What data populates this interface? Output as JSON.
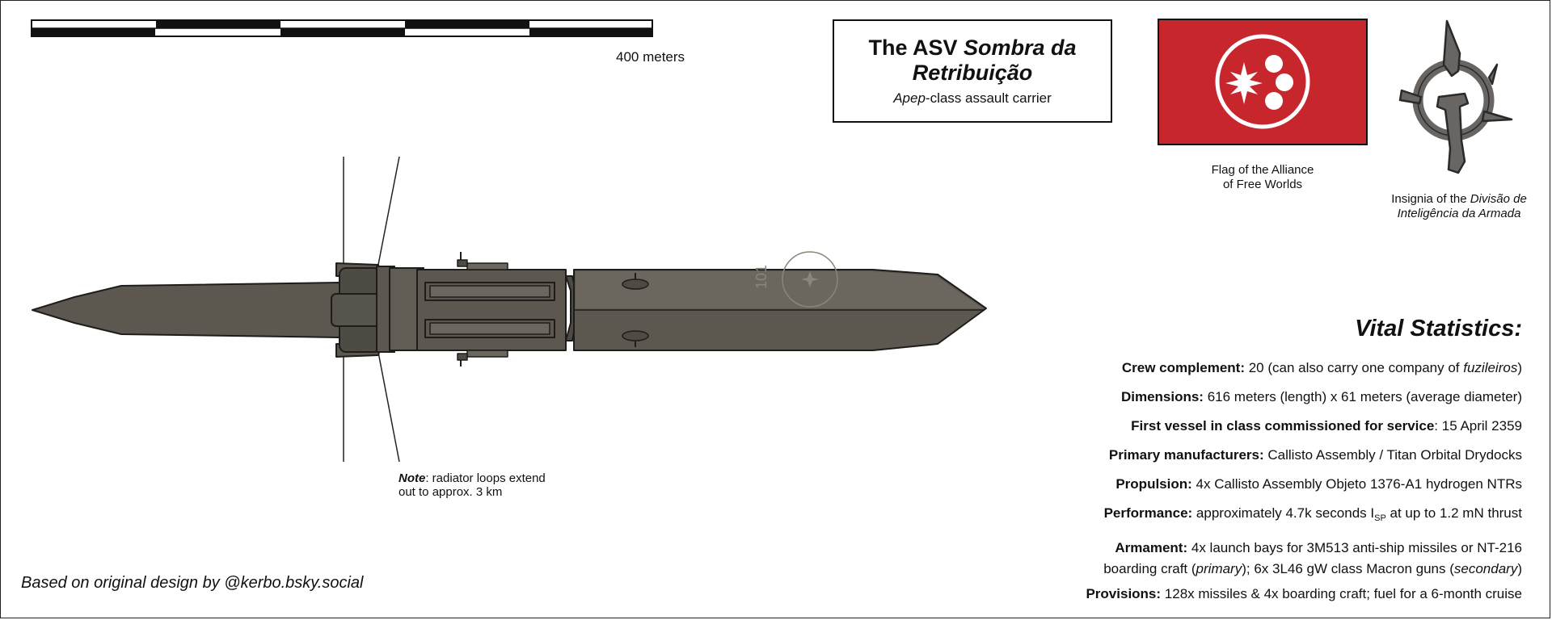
{
  "scale": {
    "label": "400 meters"
  },
  "title": {
    "prefix": "The ASV",
    "name_part1": "Sombra da",
    "name_part2": "Retribuição",
    "class_name": "Apep",
    "class_suffix": "-class assault carrier"
  },
  "flag": {
    "caption_line1": "Flag of the Alliance",
    "caption_line2": "of Free Worlds",
    "colors": {
      "field": "#c8262d",
      "emblem": "#ffffff"
    }
  },
  "insignia": {
    "caption_prefix": "Insignia of the",
    "caption_italic1": "Divisão de",
    "caption_italic2": "Inteligência da Armada",
    "colors": {
      "fill": "#686563",
      "stroke": "#2b2a28"
    }
  },
  "ship": {
    "hull_text": "101",
    "colors": {
      "hull": "#5c5850",
      "hull_light": "#6b675e",
      "outline": "#1e1d1a"
    }
  },
  "note": {
    "label": "Note",
    "text_line1": ": radiator loops extend",
    "text_line2": "out to approx. 3 km"
  },
  "stats": {
    "heading": "Vital Statistics:",
    "crew_label": "Crew complement:",
    "crew_text": " 20 (can also carry one company of ",
    "crew_italic": "fuzileiros",
    "crew_close": ")",
    "dimensions_label": "Dimensions:",
    "dimensions_text": " 616 meters (length) x 61 meters (average diameter)",
    "first_label": "First vessel in class commissioned for service",
    "first_text": ": 15 April 2359",
    "manufacturers_label": "Primary manufacturers:",
    "manufacturers_text": " Callisto Assembly / Titan Orbital Drydocks",
    "propulsion_label": "Propulsion:",
    "propulsion_text": " 4x Callisto Assembly Objeto 1376-A1 hydrogen NTRs",
    "performance_label": "Performance:",
    "performance_text1": " approximately 4.7k seconds I",
    "performance_sub": "SP",
    "performance_text2": " at up to 1.2 mN thrust",
    "armament_label": "Armament:",
    "armament_text1": " 4x launch bays for 3M513 anti-ship missiles or NT-216",
    "armament_text2": "boarding craft (",
    "armament_italic1": "primary",
    "armament_text3": "); 6x 3L46 gW class Macron guns (",
    "armament_italic2": "secondary",
    "armament_text4": ")",
    "provisions_label": "Provisions:",
    "provisions_text": " 128x missiles & 4x boarding craft; fuel for a 6-month cruise"
  },
  "credit": "Based on original design by @kerbo.bsky.social"
}
